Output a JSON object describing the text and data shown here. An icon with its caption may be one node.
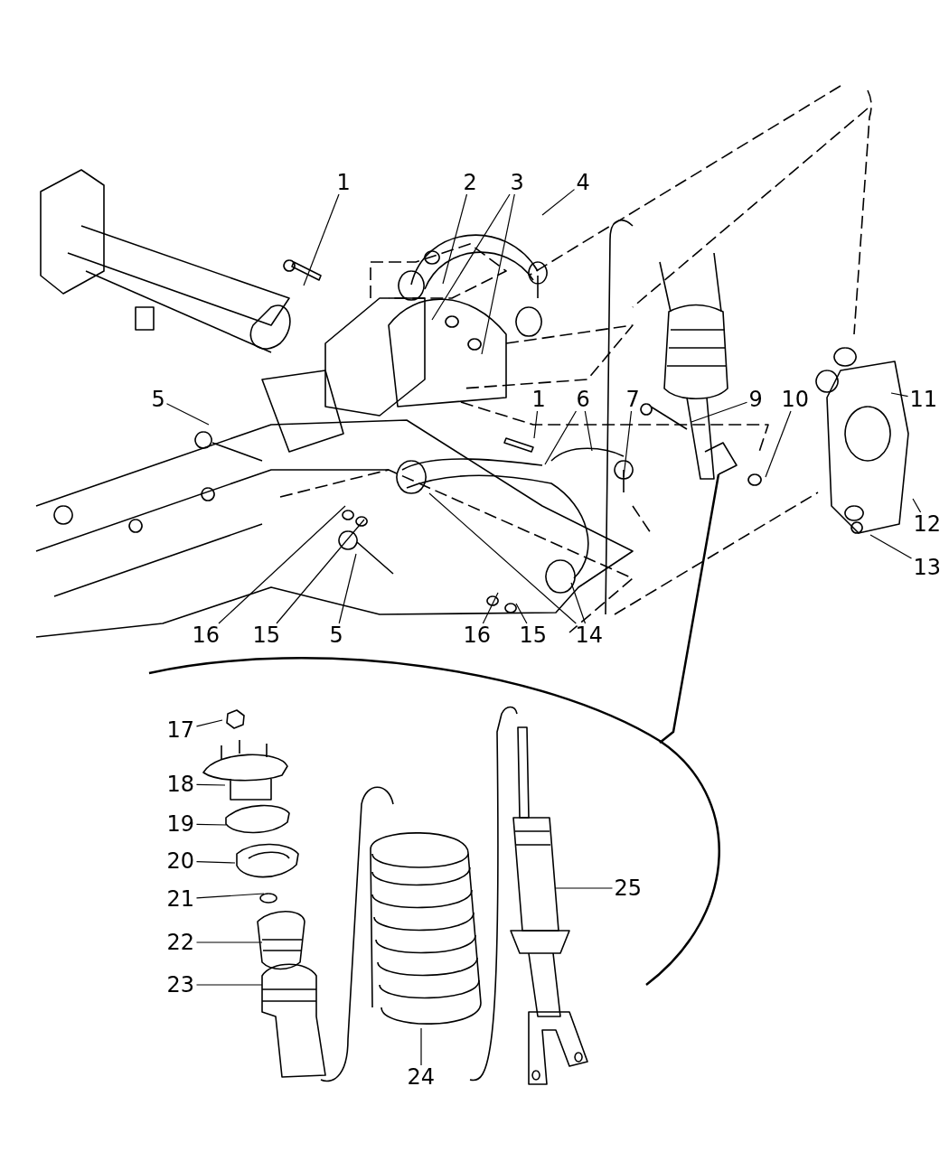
{
  "diagram": {
    "nodes": [
      {
        "text": [
          "1"
        ]
      },
      {
        "text": [
          "2"
        ]
      },
      {
        "text": [
          "3"
        ]
      },
      {
        "text": [
          "4"
        ]
      },
      {
        "text": [
          "5"
        ]
      },
      {
        "text": [
          "1"
        ]
      },
      {
        "text": [
          "6"
        ]
      },
      {
        "text": [
          "7"
        ]
      },
      {
        "text": [
          "9"
        ]
      },
      {
        "text": [
          "10"
        ]
      },
      {
        "text": [
          "11"
        ]
      },
      {
        "text": [
          "12"
        ]
      },
      {
        "text": [
          "13"
        ]
      },
      {
        "text": [
          "16"
        ]
      },
      {
        "text": [
          "15"
        ]
      },
      {
        "text": [
          "5"
        ]
      },
      {
        "text": [
          "16"
        ]
      },
      {
        "text": [
          "15"
        ]
      },
      {
        "text": [
          "14"
        ]
      },
      {
        "text": [
          "17"
        ]
      },
      {
        "text": [
          "18"
        ]
      },
      {
        "text": [
          "19"
        ]
      },
      {
        "text": [
          "20"
        ]
      },
      {
        "text": [
          "21"
        ]
      },
      {
        "text": [
          "22"
        ]
      },
      {
        "text": [
          "23"
        ]
      },
      {
        "text": [
          "24"
        ]
      },
      {
        "text": [
          "25"
        ]
      }
    ],
    "edges": [
      {
        "from": 0,
        "to": null,
        "arrow": "none"
      },
      {
        "from": 1,
        "to": null,
        "arrow": "none"
      },
      {
        "from": 2,
        "to": null,
        "arrow": "none"
      },
      {
        "from": 2,
        "to": null,
        "arrow": "none"
      },
      {
        "from": 3,
        "to": null,
        "arrow": "none"
      },
      {
        "from": 4,
        "to": null,
        "arrow": "none"
      },
      {
        "from": 5,
        "to": null,
        "arrow": "none"
      },
      {
        "from": 6,
        "to": null,
        "arrow": "none"
      },
      {
        "from": 6,
        "to": null,
        "arrow": "none"
      },
      {
        "from": 7,
        "to": null,
        "arrow": "none"
      },
      {
        "from": 8,
        "to": null,
        "arrow": "none"
      },
      {
        "from": 9,
        "to": null,
        "arrow": "none"
      },
      {
        "from": 10,
        "to": null,
        "arrow": "none"
      },
      {
        "from": 11,
        "to": null,
        "arrow": "none"
      },
      {
        "from": 12,
        "to": null,
        "arrow": "none"
      },
      {
        "from": 13,
        "to": null,
        "arrow": "none"
      },
      {
        "from": 14,
        "to": null,
        "arrow": "none"
      },
      {
        "from": 15,
        "to": null,
        "arrow": "none"
      },
      {
        "from": 16,
        "to": null,
        "arrow": "none"
      },
      {
        "from": 17,
        "to": null,
        "arrow": "none"
      },
      {
        "from": 18,
        "to": null,
        "arrow": "none"
      },
      {
        "from": 18,
        "to": null,
        "arrow": "none"
      },
      {
        "from": 19,
        "to": null,
        "arrow": "none"
      },
      {
        "from": 20,
        "to": null,
        "arrow": "none"
      },
      {
        "from": 21,
        "to": null,
        "arrow": "none"
      },
      {
        "from": 22,
        "to": null,
        "arrow": "none"
      },
      {
        "from": 23,
        "to": null,
        "arrow": "none"
      },
      {
        "from": 24,
        "to": null,
        "arrow": "none"
      },
      {
        "from": 25,
        "to": null,
        "arrow": "none"
      },
      {
        "from": 26,
        "to": null,
        "arrow": "none"
      },
      {
        "from": 27,
        "to": null,
        "arrow": "none"
      }
    ]
  }
}
